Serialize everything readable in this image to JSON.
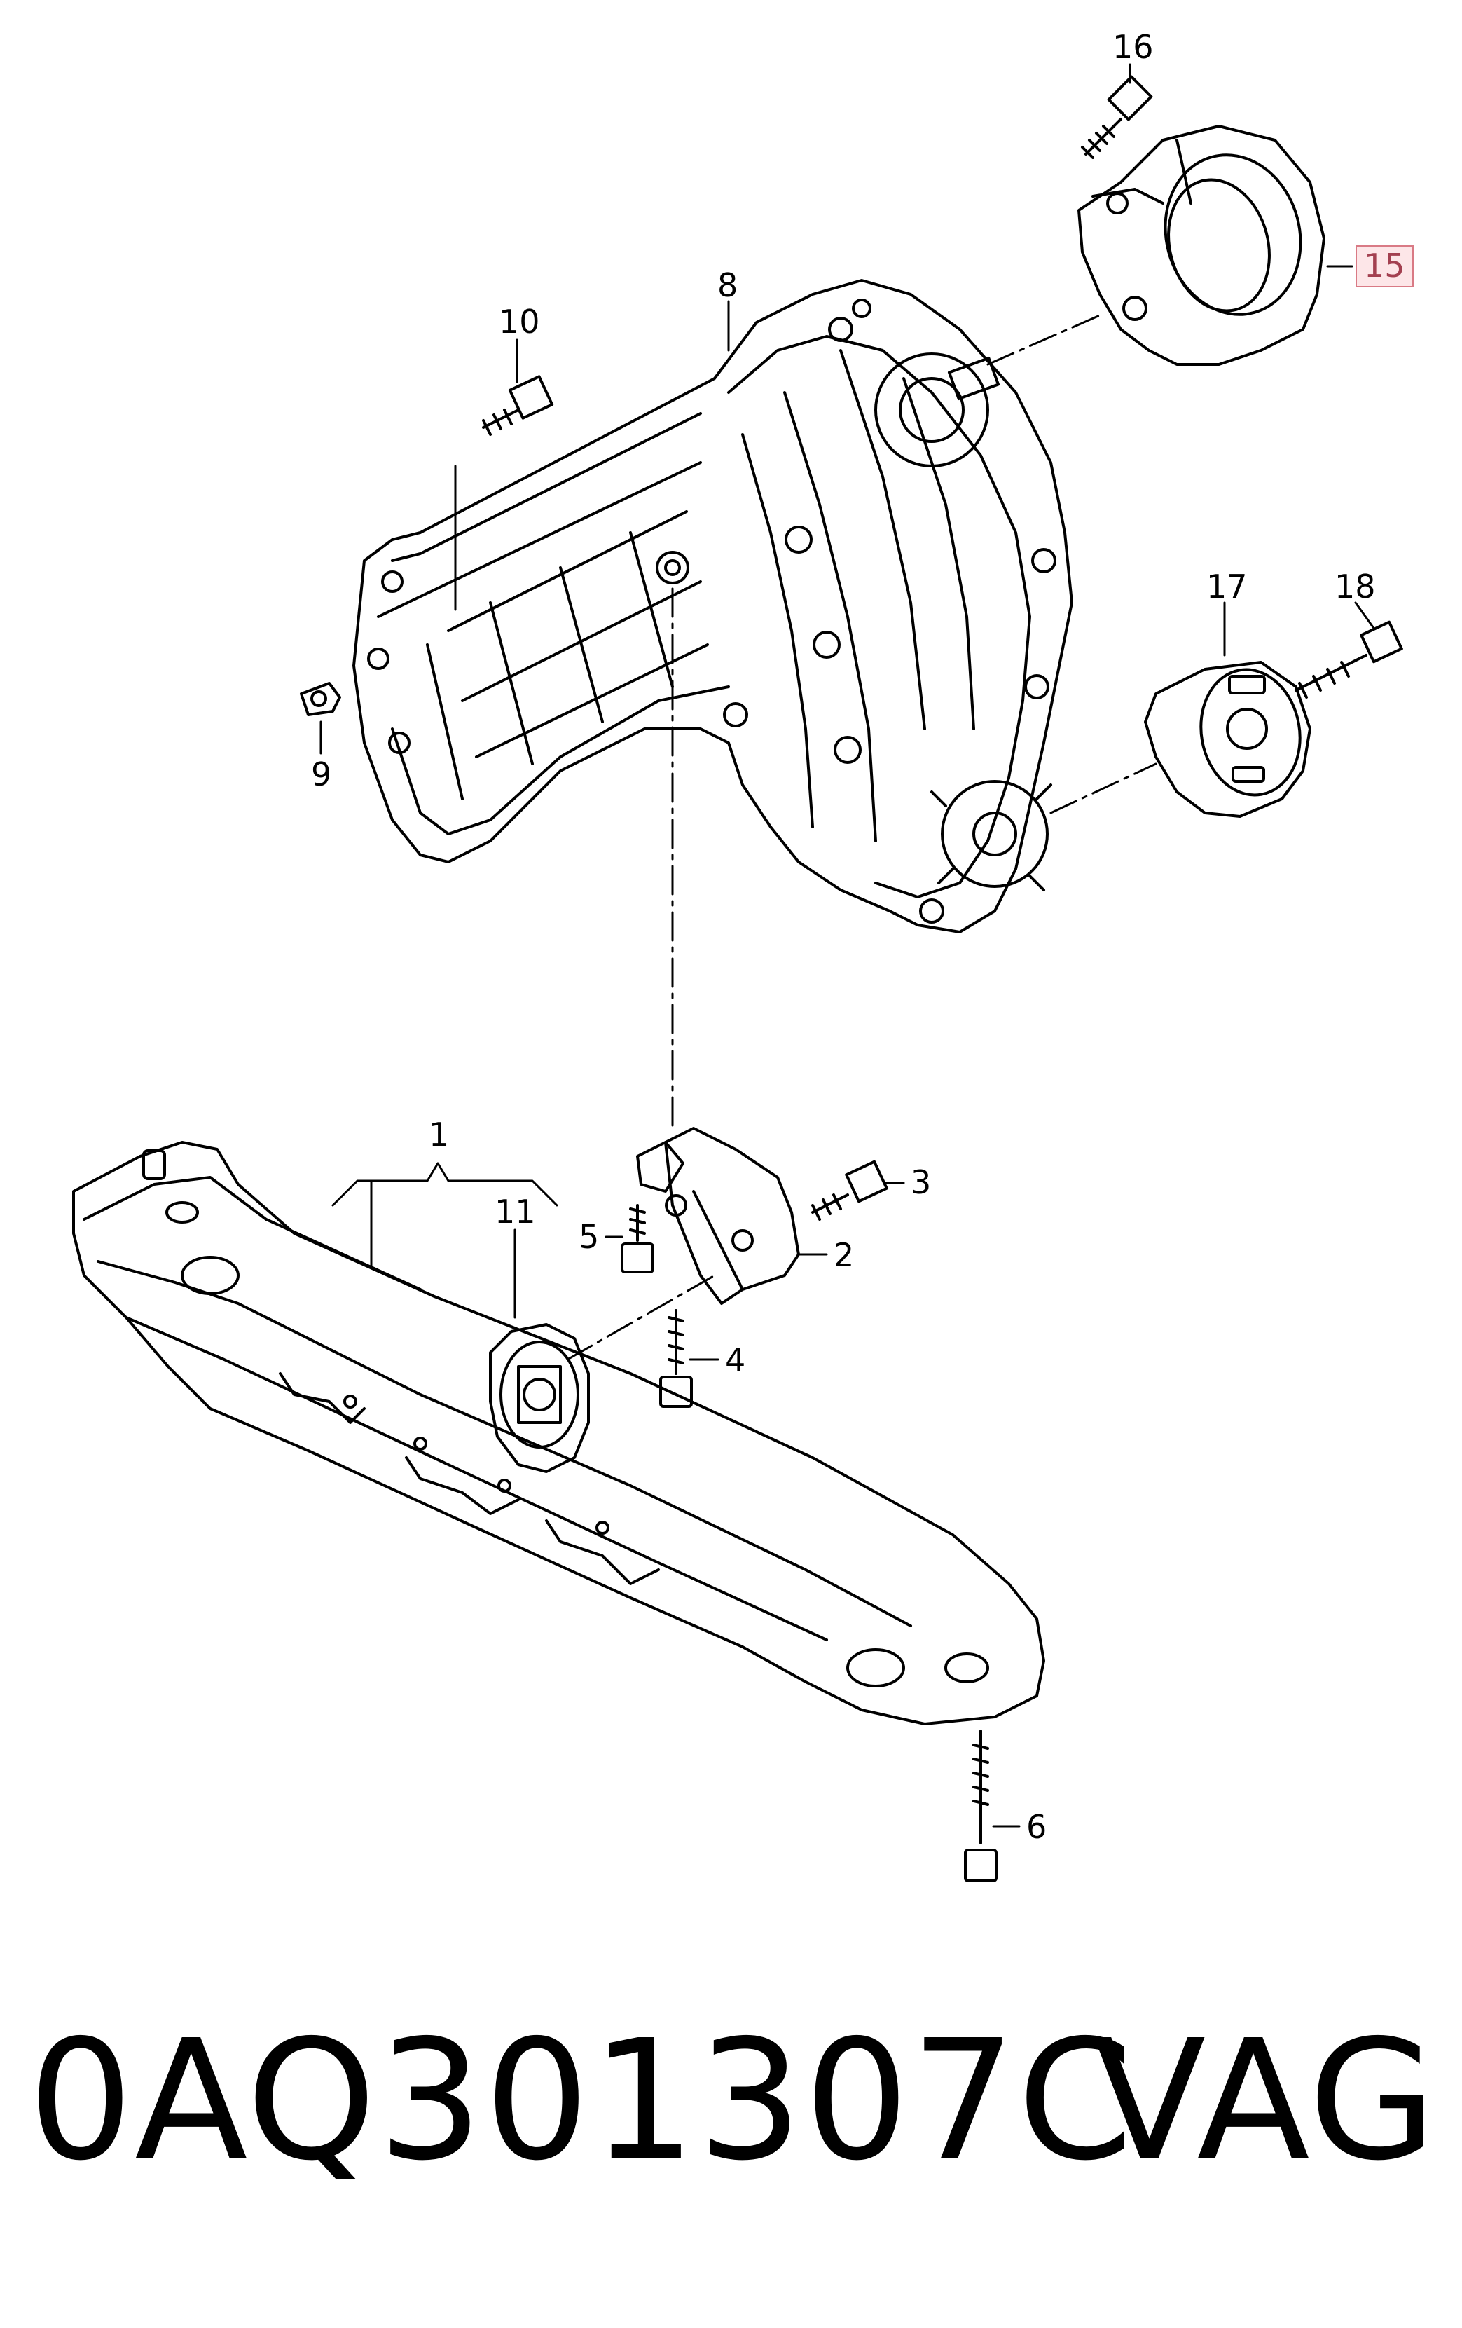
{
  "diagram": {
    "callouts": [
      {
        "id": "c1",
        "text": "1"
      },
      {
        "id": "c2",
        "text": "2"
      },
      {
        "id": "c3",
        "text": "3"
      },
      {
        "id": "c4",
        "text": "4"
      },
      {
        "id": "c5",
        "text": "5"
      },
      {
        "id": "c6",
        "text": "6"
      },
      {
        "id": "c8",
        "text": "8"
      },
      {
        "id": "c9",
        "text": "9"
      },
      {
        "id": "c10",
        "text": "10"
      },
      {
        "id": "c11",
        "text": "11"
      },
      {
        "id": "c15",
        "text": "15",
        "highlighted": true
      },
      {
        "id": "c16",
        "text": "16"
      },
      {
        "id": "c17",
        "text": "17"
      },
      {
        "id": "c18",
        "text": "18"
      }
    ],
    "highlight_color": "#d97a85"
  },
  "footer": {
    "part_number": "0AQ301307C",
    "brand": "VAG"
  }
}
